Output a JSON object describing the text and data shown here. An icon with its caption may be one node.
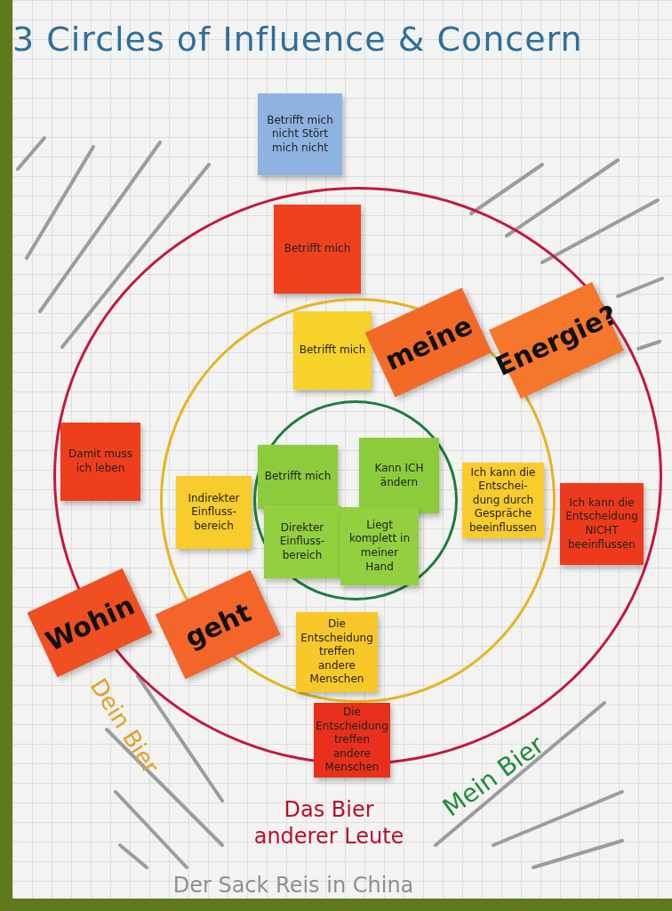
{
  "diagram": {
    "title": "3 Circles of Influence & Concern",
    "nodes": [
      {
        "text": [
          "Betrifft mich nicht Stört mich nicht"
        ]
      },
      {
        "text": [],
        "shape": "circle"
      },
      {
        "text": [
          "Betrifft mich"
        ],
        "in": 1
      },
      {
        "text": [],
        "shape": "circle",
        "in": 1
      },
      {
        "text": [
          "Betrifft mich"
        ],
        "in": 3
      },
      {
        "text": [
          "meine"
        ],
        "in": 1
      },
      {
        "text": [
          "Energie?"
        ],
        "in": 1
      },
      {
        "text": [
          "Damit muss ich leben"
        ],
        "in": 1
      },
      {
        "text": [
          "Indirekter Einfluss-bereich"
        ],
        "in": 3
      },
      {
        "text": [],
        "shape": "circle",
        "in": 3
      },
      {
        "text": [
          "Betrifft mich"
        ],
        "in": 9
      },
      {
        "text": [
          "Kann ICH ändern"
        ],
        "in": 9
      },
      {
        "text": [
          "Ich kann die Entschei-dung durch Gespräche beeinflussen"
        ],
        "in": 3
      },
      {
        "text": [
          "Ich kann die Entscheidung NICHT beeinflussen"
        ],
        "in": 1
      },
      {
        "text": [
          "Direkter Einfluss-bereich"
        ],
        "in": 9
      },
      {
        "text": [
          "Liegt komplett in meiner Hand"
        ],
        "in": 9
      },
      {
        "text": [
          "Wohin"
        ]
      },
      {
        "text": [
          "geht"
        ],
        "in": 3
      },
      {
        "text": [
          "Die Entscheidung treffen andere Menschen"
        ],
        "in": 3
      },
      {
        "text": [
          "Die Entscheidung treffen andere Menschen"
        ]
      }
    ],
    "labels": [
      "Dein Bier",
      "Das Bier anderer Leute",
      "Mein Bier",
      "Der Sack Reis in China"
    ]
  }
}
